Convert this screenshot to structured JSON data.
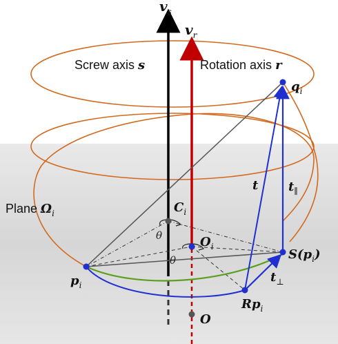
{
  "labels": {
    "v_s": "v",
    "v_s_sub": "s",
    "v_r": "v",
    "v_r_sub": "r",
    "screw_axis_text": "Screw axis",
    "screw_axis_sym": "s",
    "rotation_axis_text": "Rotation axis",
    "rotation_axis_sym": "r",
    "plane_text": "Plane",
    "plane_sym": "Ω",
    "plane_sub": "i",
    "q": "q",
    "q_sub": "i",
    "p": "p",
    "p_sub": "i",
    "C": "C",
    "C_sub": "i",
    "O_i": "O",
    "O_i_sub": "i",
    "O": "O",
    "S": "S(p",
    "S_sub": "i",
    "S_close": ")",
    "Rp": "Rp",
    "Rp_sub": "i",
    "t": "t",
    "t_par": "t",
    "t_par_sub": "∥",
    "t_perp": "t",
    "t_perp_sub": "⊥",
    "theta1": "θ",
    "theta2": "θ"
  },
  "colors": {
    "helix": "#d2691e",
    "screw_axis": "#000000",
    "rotation_axis": "#c00000",
    "vectors": "#1f2fd0",
    "arc_green": "#5aa01e",
    "plane_fill": "#d9d9d9",
    "grey_line": "#555555"
  }
}
